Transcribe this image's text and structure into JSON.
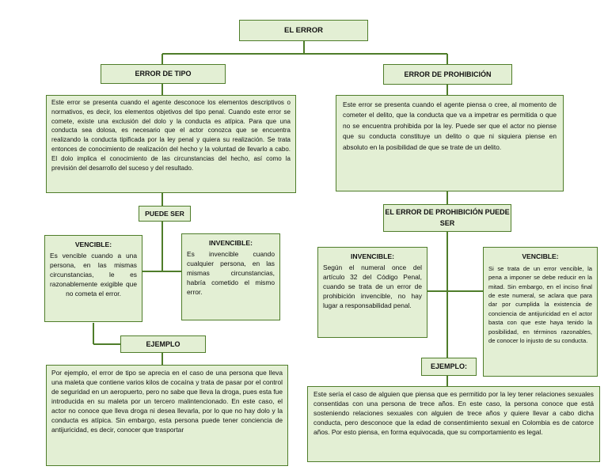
{
  "diagram": {
    "root": "EL ERROR",
    "left": {
      "title": "ERROR DE TIPO",
      "description": "Este error se presenta cuando el agente desconoce los elementos descriptivos o normativos, es decir, los elementos objetivos del tipo penal. Cuando este error se comete, existe una exclusión del dolo y la conducta es atípica. Para que una conducta sea dolosa, es necesario que el actor conozca que se encuentra realizando la conducta tipificada por la ley penal y quiera su realización. Se trata entonces de conocimiento de realización del hecho y la voluntad de llevarlo a cabo. El dolo implica el conocimiento de las circunstancias del hecho, así como la previsión del desarrollo del suceso y del resultado.",
      "can_be_label": "PUEDE SER",
      "vencible": {
        "title": "VENCIBLE:",
        "text": "Es vencible cuando a una persona, en las mismas circunstancias, le es razonablemente exigible que no cometa el error."
      },
      "invencible": {
        "title": "INVENCIBLE:",
        "text": "Es invencible cuando cualquier persona, en las mismas circunstancias, habría cometido el mismo error."
      },
      "example_label": "EJEMPLO",
      "example_text": "Por ejemplo, el error de tipo se aprecia en el caso de una persona que lleva una maleta que contiene varios kilos de cocaína y trata de pasar por el control de seguridad en un aeropuerto, pero no sabe que lleva la droga, pues esta fue introducida en su maleta por un tercero malintencionado. En este caso, el actor no conoce que lleva droga ni desea llevarla, por lo que no hay dolo y la conducta es atípica. Sin embargo, esta persona puede tener conciencia de antijuricidad, es decir, conocer que trasportar"
    },
    "right": {
      "title": "ERROR DE PROHIBICIÓN",
      "description": "Este error se presenta cuando el agente piensa o cree, al momento de cometer el delito, que la conducta que va a impetrar es permitida o que no se encuentra prohibida por la ley. Puede ser que el actor no piense que su conducta constituye un delito o que ni siquiera piense en absoluto en la posibilidad de que se trate de un delito.",
      "can_be_label": "EL ERROR DE PROHIBICIÓN PUEDE SER",
      "invencible": {
        "title": "INVENCIBLE:",
        "text": "Según el numeral once del artículo 32 del Código Penal, cuando se trata de un error de prohibición invencible, no hay lugar a responsabilidad penal."
      },
      "vencible": {
        "title": "VENCIBLE:",
        "text": "Si se trata de un error vencible, la pena a imponer se debe reducir en la mitad. Sin embargo, en el inciso final de este numeral, se aclara que para dar por cumplida la existencia de conciencia de antijuricidad en el actor basta con que este haya tenido la posibilidad, en términos razonables, de conocer lo injusto de su conducta."
      },
      "example_label": "EJEMPLO:",
      "example_text": "Este sería el caso de alguien que piensa que es permitido por la ley tener relaciones sexuales consentidas con una persona de trece años. En este caso, la persona conoce que está sosteniendo relaciones sexuales con alguien de trece años y quiere llevar a cabo dicha conducta, pero desconoce que la edad de consentimiento sexual en Colombia es de catorce años. Por esto piensa, en forma equivocada, que su comportamiento es legal."
    }
  }
}
